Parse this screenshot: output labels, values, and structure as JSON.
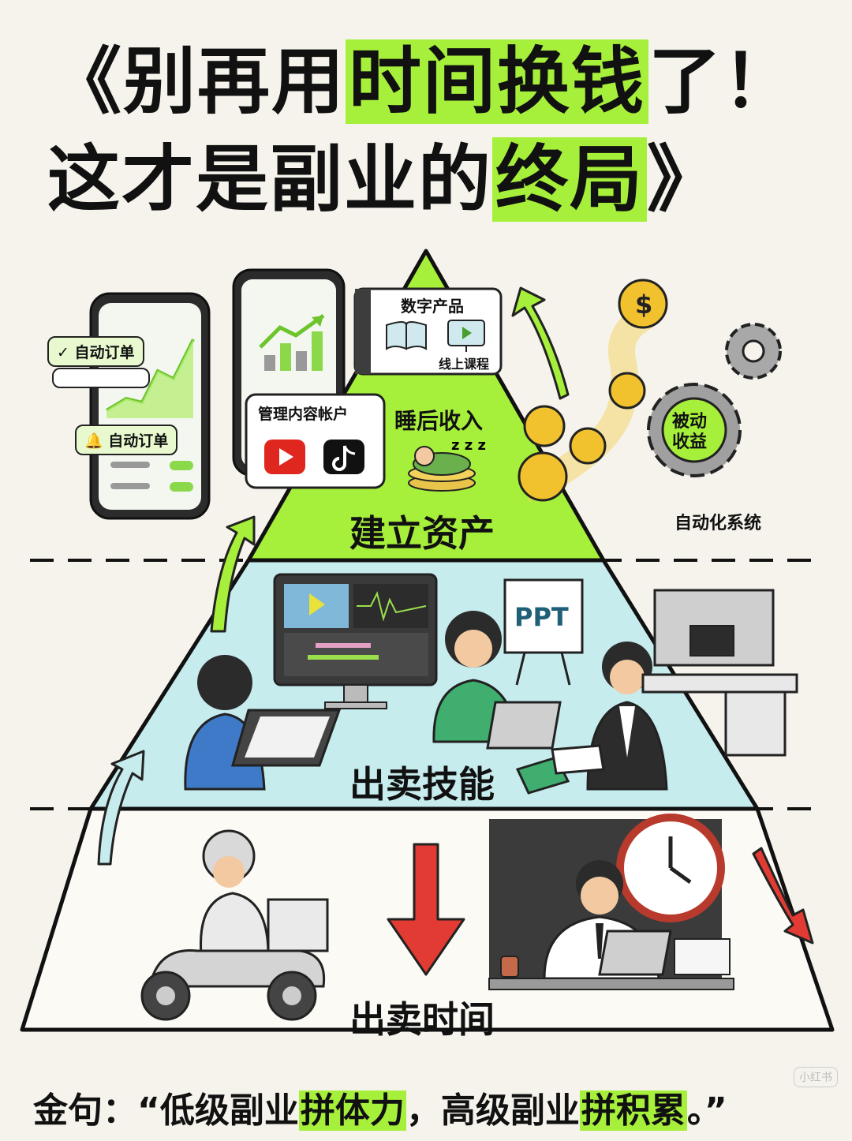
{
  "title": {
    "line1_pre": "《别再用",
    "line1_hl": "时间换钱",
    "line1_post": "了！",
    "line2_pre": "这才是副业的",
    "line2_hl": "终局",
    "line2_post": "》"
  },
  "tiers": {
    "top": "建立资产",
    "middle": "出卖技能",
    "bottom": "出卖时间"
  },
  "top_section": {
    "digital_products": "数字产品",
    "online_course": "线上课程",
    "manage_accounts": "管理内容帐户",
    "sleep_income": "睡后收入",
    "auto_order_1": "自动订单",
    "auto_order_2": "自动订单",
    "passive_income_line1": "被动",
    "passive_income_line2": "收益",
    "automation_system": "自动化系统"
  },
  "middle_section": {
    "ppt": "PPT"
  },
  "quote": {
    "prefix": "金句：“低级副业",
    "hl1": "拼体力",
    "mid": "，高级副业",
    "hl2": "拼积累",
    "suffix": "。”"
  },
  "watermark": "小红书",
  "colors": {
    "accent_green": "#a6ef3a",
    "light_blue": "#c7ecee",
    "red_arrow": "#e23b33"
  }
}
